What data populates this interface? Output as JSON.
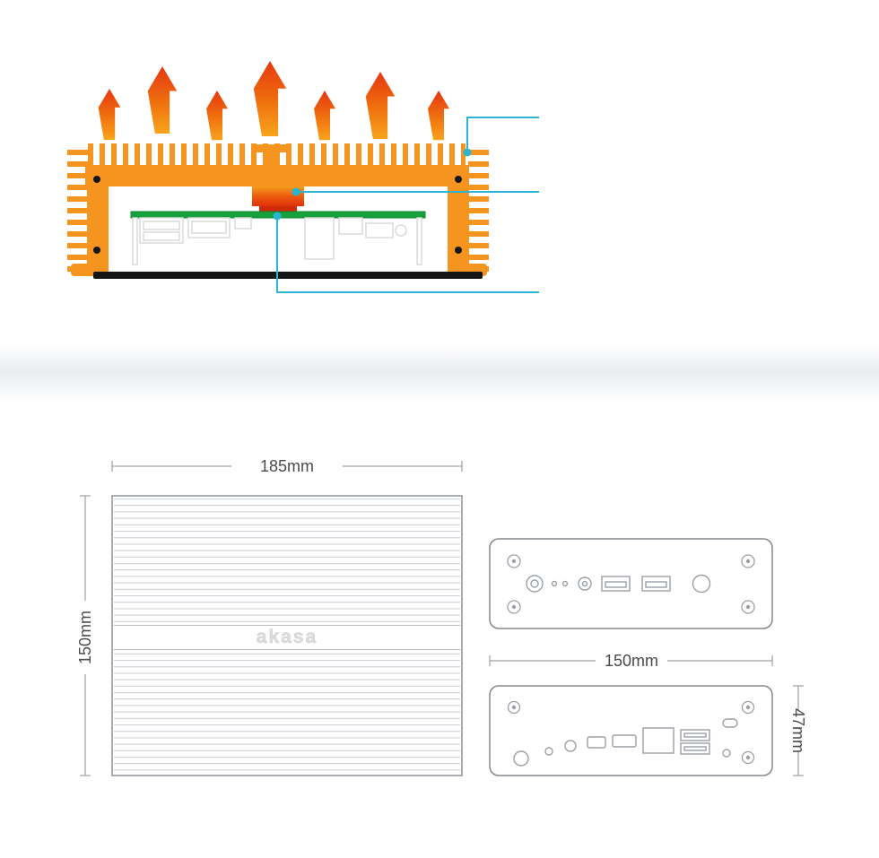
{
  "brand": {
    "logo_text": "akasa"
  },
  "dimensions": {
    "top_view_width": "185mm",
    "top_view_depth": "150mm",
    "front_panel_width": "150mm",
    "side_height": "47mm"
  },
  "colors": {
    "heatsink_orange": "#f5941f",
    "heat_red": "#e63710",
    "pcb_green": "#16a13c",
    "callout_cyan": "#2ab5d2",
    "chassis_black": "#151515",
    "drawing_gray": "#9aa0a5",
    "logo_gray": "#dbdddf"
  }
}
